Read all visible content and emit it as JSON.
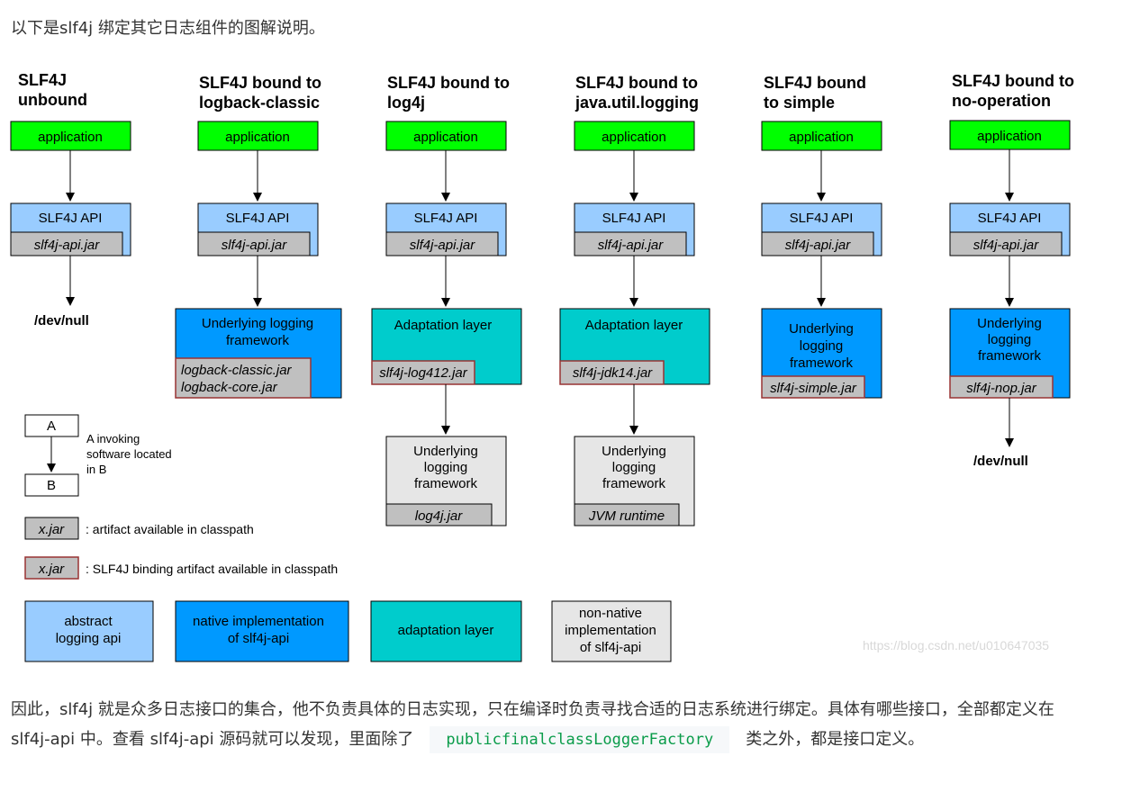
{
  "intro": "以下是slf4j 绑定其它日志组件的图解说明。",
  "columns": [
    {
      "title1": "SLF4J",
      "title2": "unbound",
      "app": "application",
      "api": "SLF4J API",
      "api_jar": "slf4j-api.jar",
      "devnull": "/dev/null"
    },
    {
      "title1": "SLF4J bound to",
      "title2": "logback-classic",
      "app": "application",
      "api": "SLF4J API",
      "api_jar": "slf4j-api.jar",
      "impl1": "Underlying logging",
      "impl2": "framework",
      "jar1": "logback-classic.jar",
      "jar2": "logback-core.jar"
    },
    {
      "title1": "SLF4J bound to",
      "title2": "log4j",
      "app": "application",
      "api": "SLF4J API",
      "api_jar": "slf4j-api.jar",
      "adapt": "Adaptation layer",
      "adapt_jar": "slf4j-log412.jar",
      "fw1": "Underlying",
      "fw2": "logging",
      "fw3": "framework",
      "fw_jar": "log4j.jar"
    },
    {
      "title1": "SLF4J bound to",
      "title2": "java.util.logging",
      "app": "application",
      "api": "SLF4J API",
      "api_jar": "slf4j-api.jar",
      "adapt": "Adaptation layer",
      "adapt_jar": "slf4j-jdk14.jar",
      "fw1": "Underlying",
      "fw2": "logging",
      "fw3": "framework",
      "fw_jar": "JVM runtime"
    },
    {
      "title1": "SLF4J bound",
      "title2": "to simple",
      "app": "application",
      "api": "SLF4J API",
      "api_jar": "slf4j-api.jar",
      "impl1": "Underlying",
      "impl2": "logging",
      "impl3": "framework",
      "jar1": "slf4j-simple.jar"
    },
    {
      "title1": "SLF4J bound to",
      "title2": "no-operation",
      "app": "application",
      "api": "SLF4J API",
      "api_jar": "slf4j-api.jar",
      "impl1": "Underlying",
      "impl2": "logging",
      "impl3": "framework",
      "jar1": "slf4j-nop.jar",
      "devnull": "/dev/null"
    }
  ],
  "legend": {
    "a": "A",
    "b": "B",
    "invoke1": "A invoking",
    "invoke2": "software located",
    "invoke3": "in B",
    "jar_label": "x.jar",
    "artifact": ": artifact available in classpath",
    "binding": ": SLF4J binding artifact available in classpath",
    "abstract1": "abstract",
    "abstract2": "logging api",
    "native1": "native implementation",
    "native2": "of slf4j-api",
    "adapt": "adaptation layer",
    "nonnative1": "non-native",
    "nonnative2": "implementation",
    "nonnative3": "of slf4j-api"
  },
  "watermark": "https://blog.csdn.net/u010647035",
  "outro_part1": "因此，slf4j 就是众多日志接口的集合，他不负责具体的日志实现，只在编译时负责寻找合适的日志系统进行绑定。具体有哪些接口，全部都定义在 slf4j-api 中。查看 slf4j-api 源码就可以发现，里面除了",
  "outro_code": "publicfinalclassLoggerFactory",
  "outro_part2": "类之外，都是接口定义。",
  "colors": {
    "app_green": "#00ff00",
    "api_blue": "#99ccff",
    "native_blue": "#0099ff",
    "adapt_teal": "#00cccc",
    "nonnative_gray": "#e6e6e6",
    "jar_gray": "#c0c0c0",
    "binding_border": "#993333"
  }
}
